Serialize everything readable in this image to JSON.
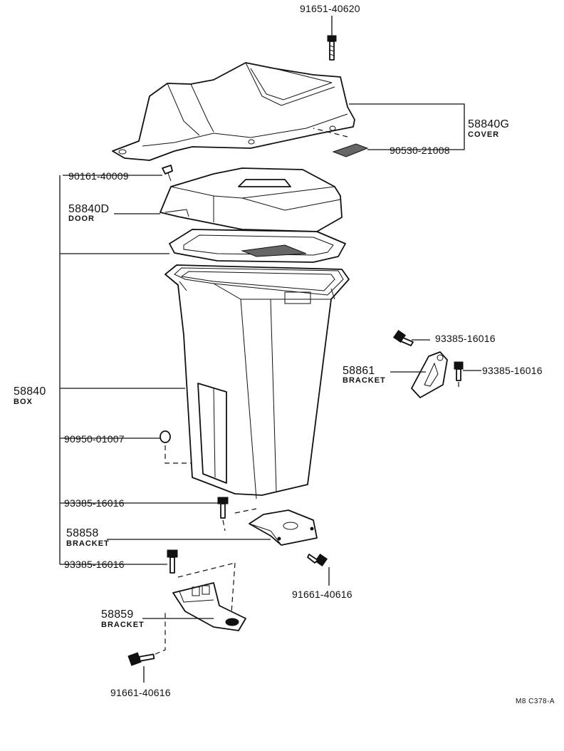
{
  "labels": {
    "bolt_top": "91651-40620",
    "cover_no": "58840G",
    "cover_name": "COVER",
    "pad": "90530-21008",
    "screw_door": "90161-40009",
    "door_no": "58840D",
    "door_name": "DOOR",
    "bolt_right_1": "93385-16016",
    "bracket_right_no": "58861",
    "bracket_right_name": "BRACKET",
    "bolt_right_2": "93385-16016",
    "box_no": "58840",
    "box_name": "BOX",
    "cushion": "90950-01007",
    "bolt_lower_1": "93385-16016",
    "bracket_lower_no": "58858",
    "bracket_lower_name": "BRACKET",
    "bolt_lower_2": "93385-16016",
    "bolt_lower_right": "91661-40616",
    "bracket_bottom_no": "58859",
    "bracket_bottom_name": "BRACKET",
    "bolt_bottom": "91661-40616",
    "figure_ref": "M8  C378-A"
  }
}
